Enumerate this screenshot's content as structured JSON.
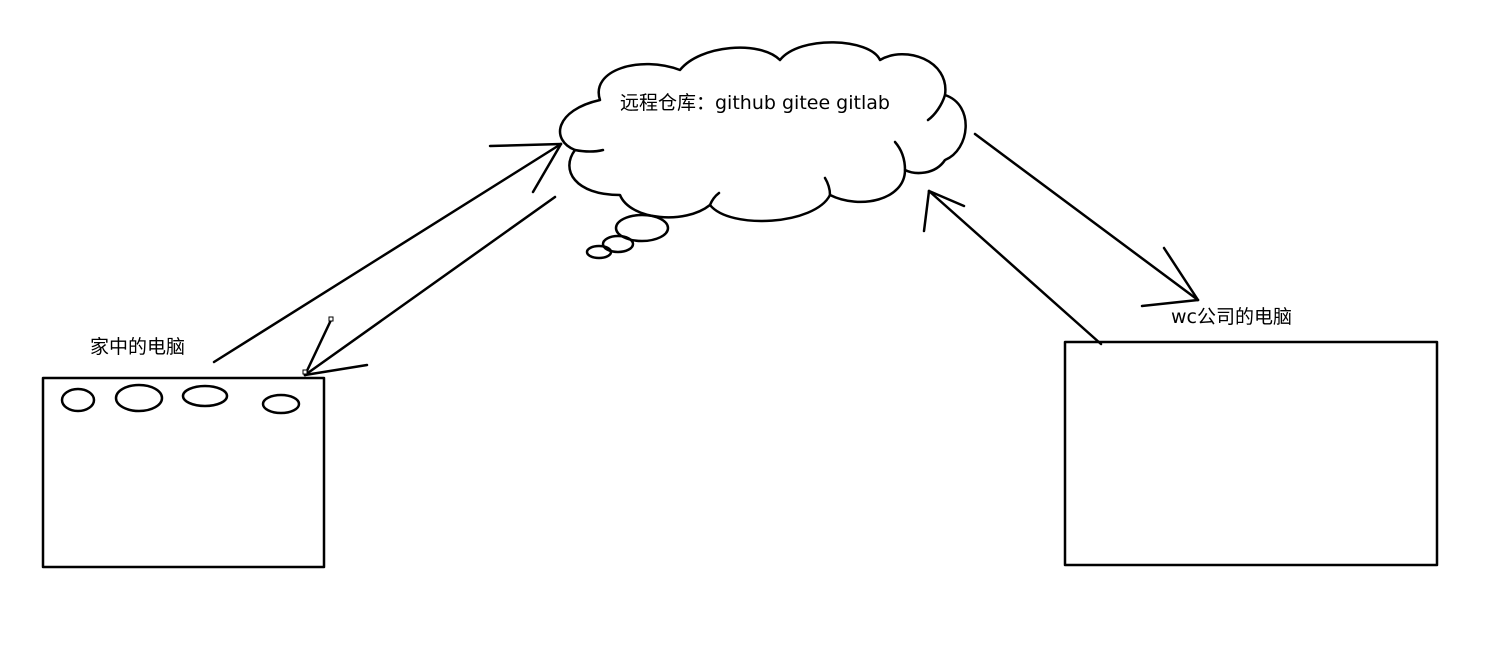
{
  "remote_repo": {
    "label": "远程仓库：github  gitee  gitlab"
  },
  "home_computer": {
    "label": "家中的电脑"
  },
  "work_computer": {
    "label": "wc公司的电脑"
  },
  "colors": {
    "stroke": "#000000",
    "background": "#ffffff"
  }
}
